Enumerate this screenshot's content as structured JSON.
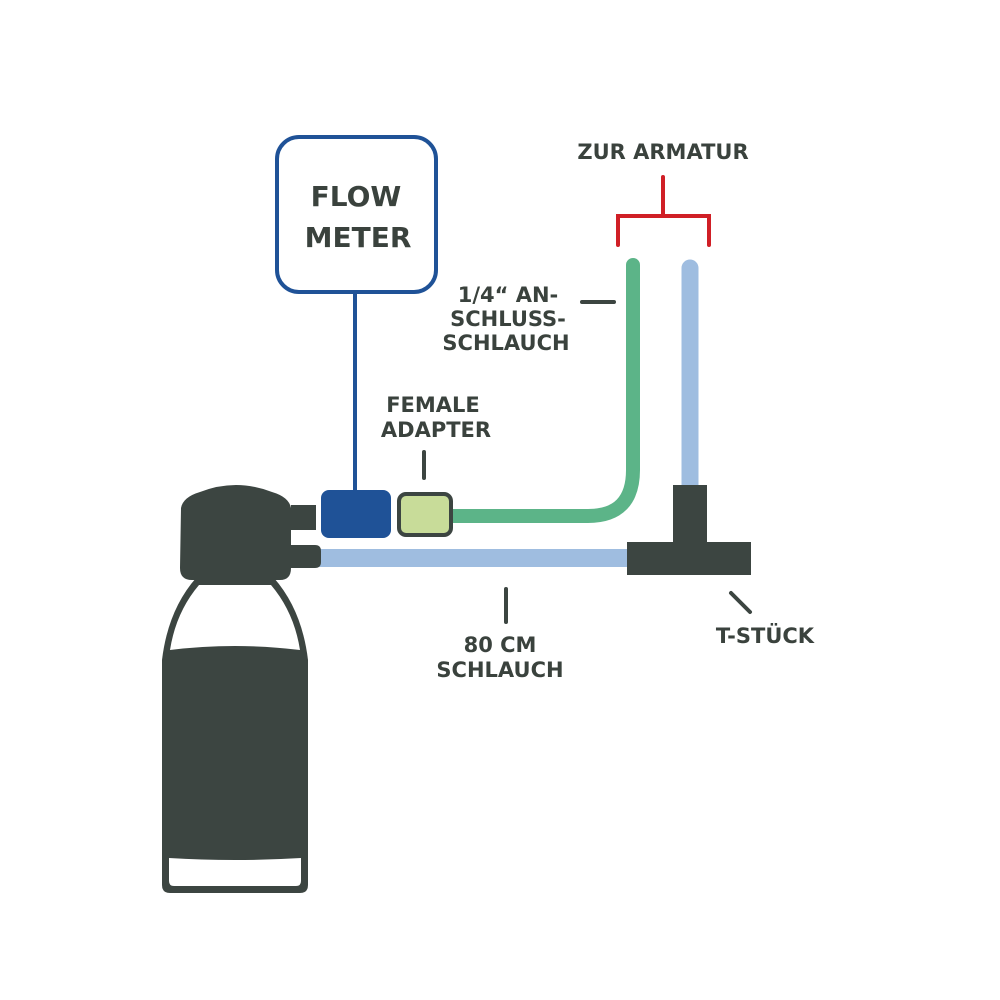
{
  "diagram": {
    "labels": {
      "flow_meter_line1": "FLOW",
      "flow_meter_line2": "METER",
      "zur_armatur": "ZUR ARMATUR",
      "anschluss_line1": "1/4“ AN-",
      "anschluss_line2": "SCHLUSS-",
      "anschluss_line3": "SCHLAUCH",
      "female_line1": "FEMALE",
      "female_line2": "ADAPTER",
      "schlauch_line1": "80 CM",
      "schlauch_line2": "SCHLAUCH",
      "t_stueck": "T-STÜCK"
    },
    "colors": {
      "dark": "#3c4541",
      "flow_meter_blue": "#1f5297",
      "green_hose": "#5cb488",
      "blue_hose": "#9fbde0",
      "adapter_fill": "#c8dc99",
      "bracket_red": "#d01f26",
      "text": "#3a423d"
    }
  }
}
